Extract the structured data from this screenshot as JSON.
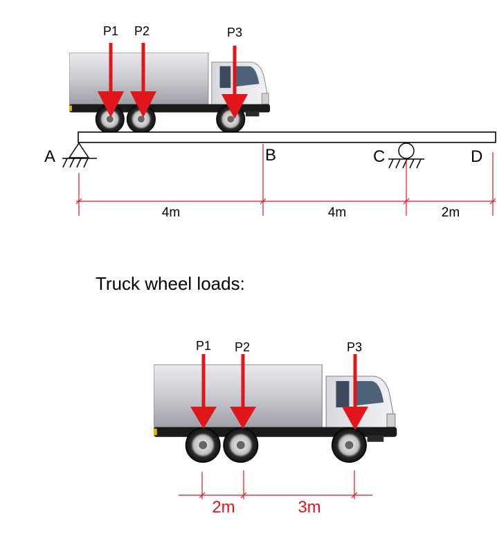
{
  "top": {
    "loads": [
      "P1",
      "P2",
      "P3"
    ],
    "points": [
      "A",
      "B",
      "C",
      "D"
    ],
    "spans": [
      "4m",
      "4m",
      "2m"
    ]
  },
  "bottom": {
    "title": "Truck wheel loads:",
    "loads": [
      "P1",
      "P2",
      "P3"
    ],
    "spacing": [
      "2m",
      "3m"
    ]
  },
  "colors": {
    "load": "#e0161b",
    "dimension": "#e0161b",
    "beam": "#000000"
  }
}
